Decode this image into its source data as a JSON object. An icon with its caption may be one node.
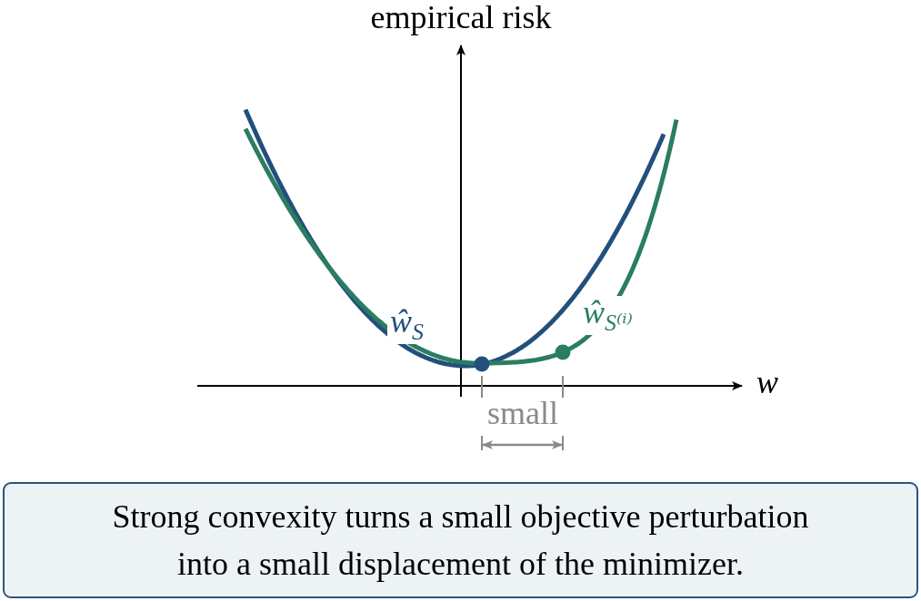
{
  "diagram": {
    "caption": "Strong convexity turns a small objective perturbation into a small displacement of the minimizer.",
    "labels": [
      "empirical risk",
      "ŵ$_{S}$",
      "ŵ$_{S⁽ⁱ⁾}$",
      "w",
      "small"
    ]
  }
}
